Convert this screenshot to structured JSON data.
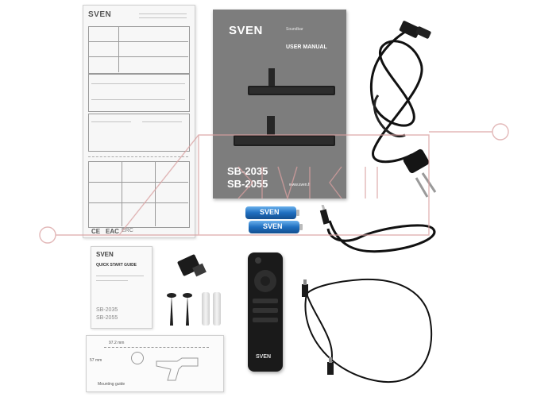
{
  "warranty_card": {
    "brand": "SVEN",
    "footer_marks": [
      "CE",
      "EAC",
      "ERC"
    ]
  },
  "manual": {
    "brand": "SVEN",
    "category": "Soundbar",
    "title": "USER MANUAL",
    "model_1": "SB-2035",
    "model_2": "SB-2055",
    "site": "www.sven.fi"
  },
  "batteries": {
    "brand": "SVEN"
  },
  "quick_guide": {
    "brand": "SVEN",
    "title": "QUICK START GUIDE",
    "model_1": "SB-2035",
    "model_2": "SB-2055"
  },
  "template": {
    "dimension_1": "97.2 mm",
    "dimension_2": "57 mm",
    "caption": "Mounting guide"
  },
  "remote": {
    "brand": "SVEN"
  },
  "colors": {
    "manual_cover": "#7a7a7a",
    "cable": "#111111",
    "battery": "#1f6fc0",
    "watermark": "#d9a0a0"
  }
}
